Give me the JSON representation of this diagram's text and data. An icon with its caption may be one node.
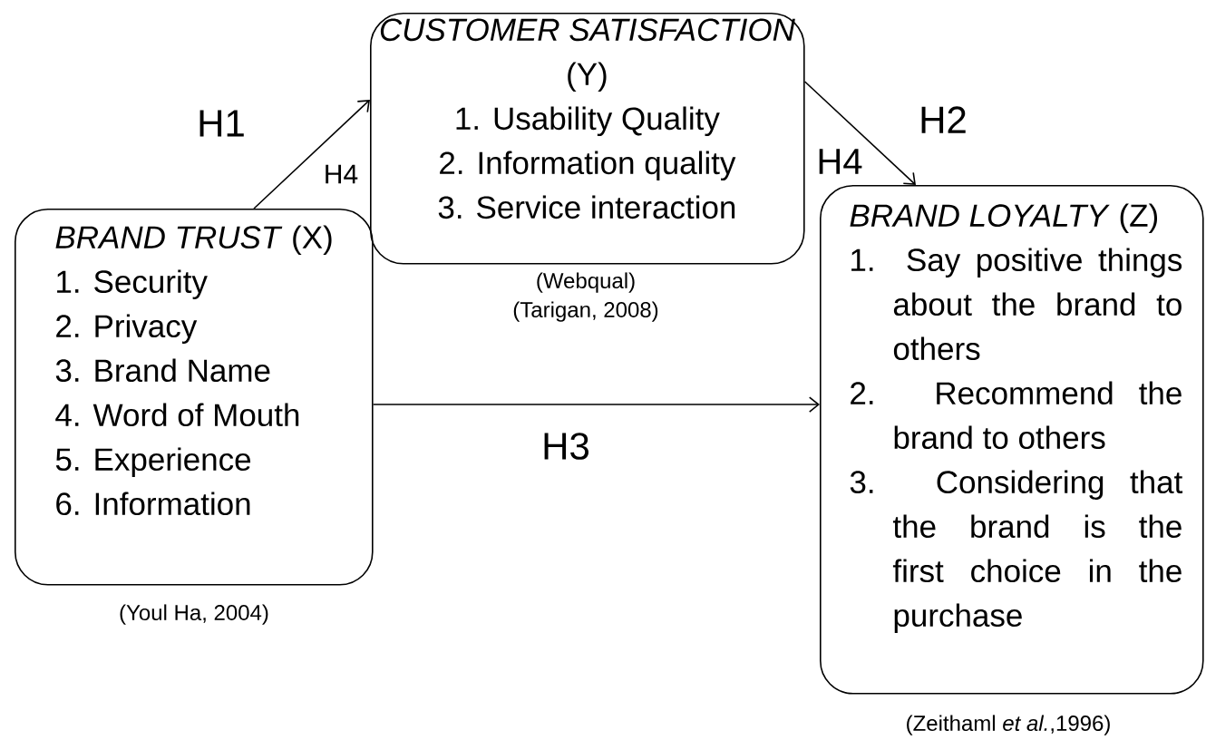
{
  "diagram": {
    "nodes": [
      {
        "text": [
          "*BRAND TRUST* (X)",
          "1. Security",
          "2. Privacy",
          "3. Brand Name",
          "4. Word of Mouth",
          "5. Experience",
          "6. Information"
        ],
        "beside": [
          "(Youl Ha, 2004)"
        ]
      },
      {
        "text": [
          "*CUSTOMER SATISFACTION*",
          "(Y)",
          "1. Usability Quality",
          "2. Information quality",
          "3. Service interaction"
        ],
        "beside": [
          "(Webqual)",
          "(Tarigan, 2008)"
        ]
      },
      {
        "text": [
          "*BRAND LOYALTY* (Z)",
          "1. Say positive things about the brand to others",
          "2. Recommend the brand to others",
          "3. Considering that the brand is the first choice in the purchase"
        ],
        "beside": [
          "(Zeithaml *et al.*,1996)"
        ]
      }
    ],
    "edges": [
      {
        "from": 0,
        "to": 1,
        "arrow": "to",
        "label": "H1"
      },
      {
        "from": 1,
        "to": 2,
        "arrow": "to",
        "label": "H2"
      },
      {
        "from": 0,
        "to": 2,
        "arrow": "to",
        "label": "H3"
      }
    ],
    "labels": [
      "H4",
      "H4"
    ]
  }
}
